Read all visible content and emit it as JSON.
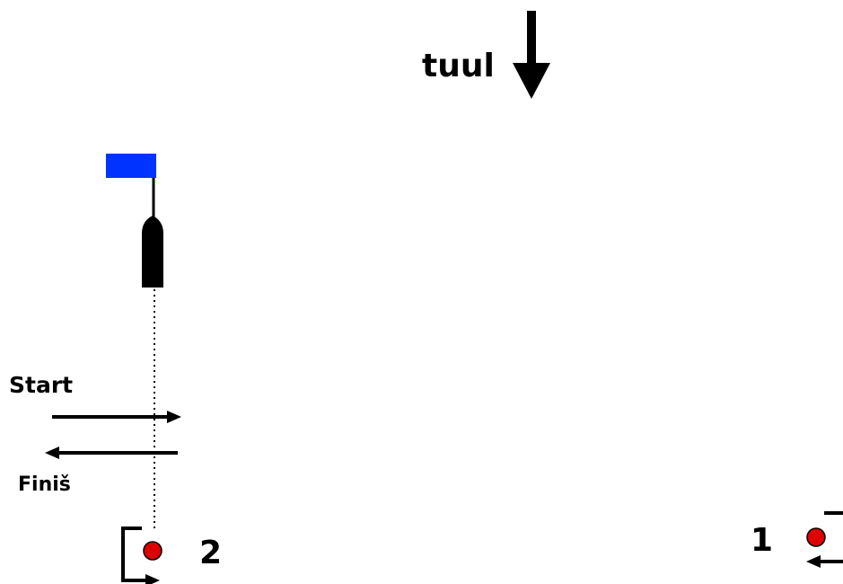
{
  "wind": {
    "label": "tuul",
    "icon": "arrow-down-icon"
  },
  "start_line": {
    "start_label": "Start",
    "finish_label": "Finiš",
    "flag_color": "#0033ff"
  },
  "marks": [
    {
      "number": "2",
      "color": "#dd0000"
    },
    {
      "number": "1",
      "color": "#dd0000"
    }
  ]
}
